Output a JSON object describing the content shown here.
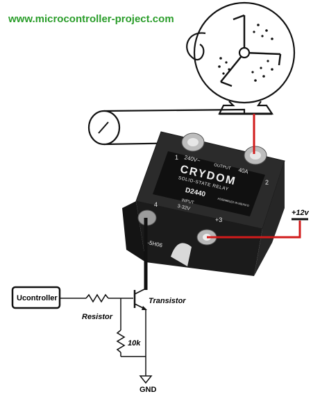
{
  "website": "www.microcontroller-project.com",
  "colors": {
    "website_text": "#2a9d2a",
    "power_wire": "#d11b1b",
    "relay_body": "#232323",
    "relay_face": "#0f0f0f"
  },
  "relay": {
    "brand": "CRYDOM",
    "subtitle": "SOLID-STATE RELAY",
    "model": "D2440",
    "output_label": "240V~",
    "output_word": "OUTPUT",
    "output_current": "40A",
    "input_word": "INPUT",
    "input_range": "3-32V",
    "assembled_in": "ASSEMBLED IN MEXICO",
    "terminal_1": "1",
    "terminal_2": "2",
    "terminal_4": "4",
    "terminal_3": "+3",
    "side_code": "-5H06"
  },
  "circuit": {
    "ucontroller_label": "Ucontroller",
    "resistor_label": "Resistor",
    "transistor_label": "Transistor",
    "pulldown_label": "10k",
    "supply_label": "+12v",
    "ground_label": "GND"
  },
  "icons": [
    "fan-icon",
    "plug-icon",
    "relay-icon",
    "resistor-icon",
    "transistor-icon",
    "ground-icon"
  ]
}
